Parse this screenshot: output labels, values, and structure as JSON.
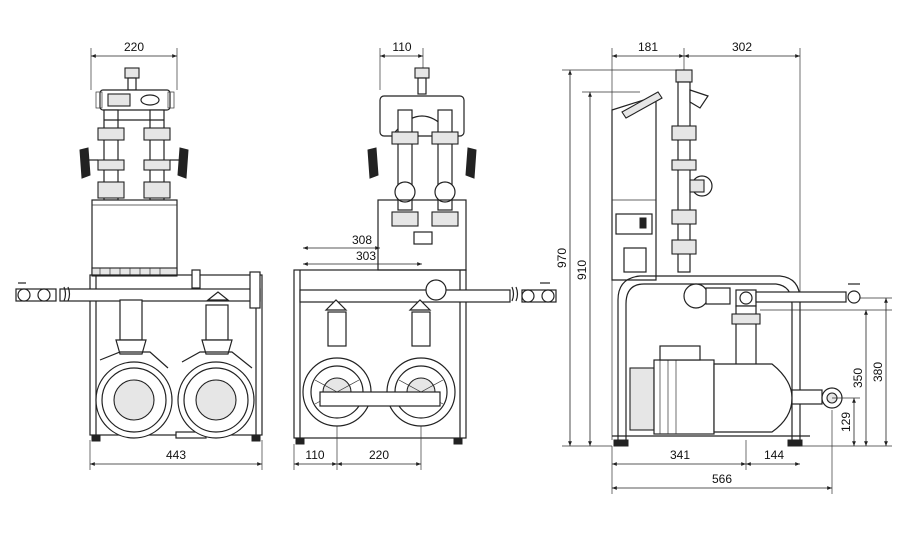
{
  "front_view": {
    "dim_top": "220",
    "dim_bottom": "443"
  },
  "side_view": {
    "dim_top": "110",
    "dim_308": "308",
    "dim_303": "303",
    "dim_bottom_left": "110",
    "dim_bottom_right": "220"
  },
  "profile_view": {
    "dim_top_left": "181",
    "dim_top_right": "302",
    "dim_970": "970",
    "dim_910": "910",
    "dim_350": "350",
    "dim_380": "380",
    "dim_129": "129",
    "dim_341": "341",
    "dim_144": "144",
    "dim_566": "566"
  }
}
